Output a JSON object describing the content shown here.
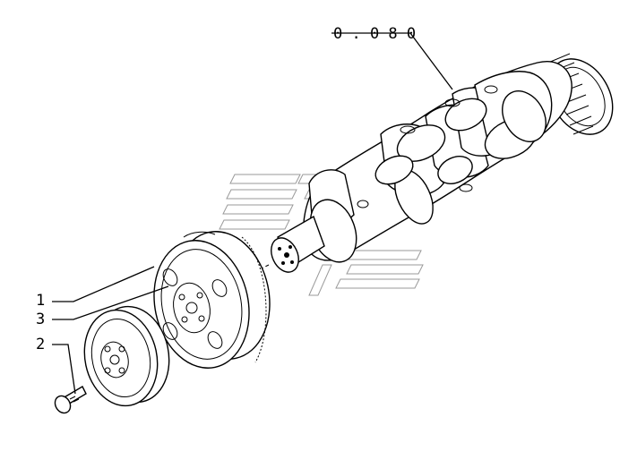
{
  "callouts": {
    "assembly_ref": "0 . 0 8 0",
    "pulley": "1",
    "bolt": "2",
    "damper": "3"
  },
  "colors": {
    "line": "#000000",
    "watermark": "#9a9a9a",
    "background": "#ffffff"
  }
}
